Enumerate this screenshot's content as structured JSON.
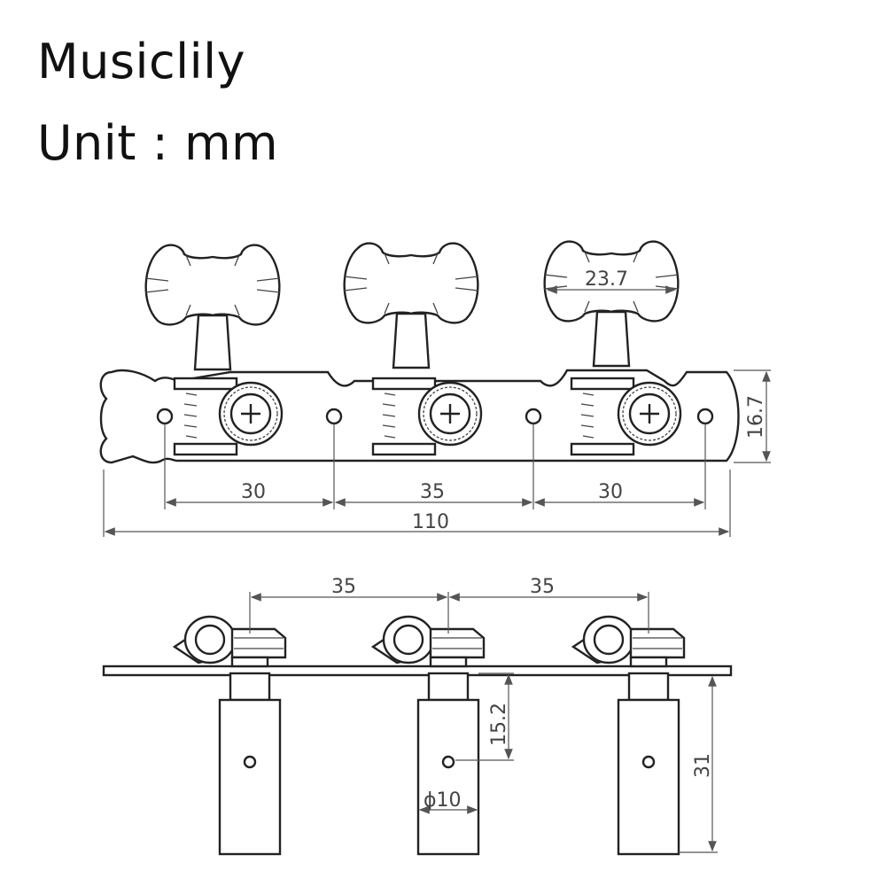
{
  "header": {
    "brand": "Musiclily",
    "unit": "Unit : mm"
  },
  "top_view": {
    "knob_width": "23.7",
    "plate_height": "16.7",
    "hole_spacing_left": "30",
    "hole_spacing_middle": "35",
    "hole_spacing_right": "30",
    "overall_length": "110"
  },
  "side_view": {
    "post_spacing_left": "35",
    "post_spacing_right": "35",
    "post_hole_height": "15.2",
    "post_diameter": "ϕ10",
    "post_length": "31"
  }
}
